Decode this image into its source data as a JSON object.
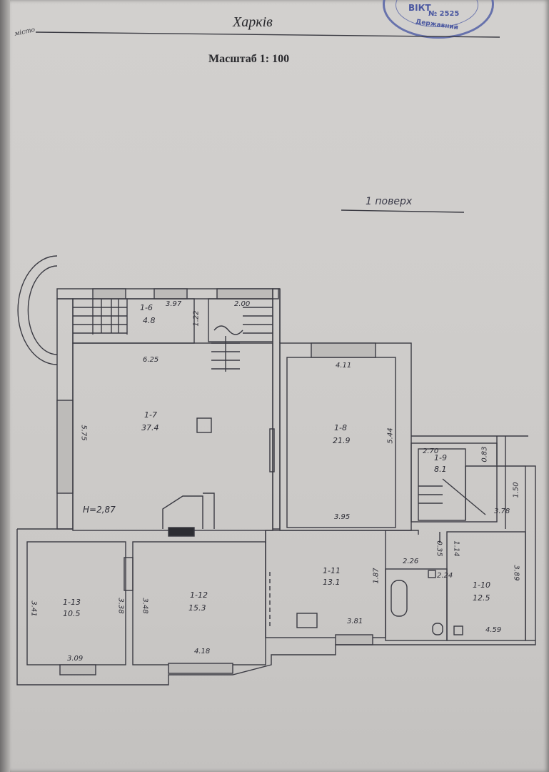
{
  "header": {
    "city_label": "місто",
    "city": "Харків",
    "scale": "Масштаб  1: 100"
  },
  "stamp": {
    "line1": "ВІКТ",
    "line2": "№ 2525",
    "line3": "Державний"
  },
  "plan": {
    "floor_label": "1 поверх",
    "height": "Н=2,87",
    "rooms": [
      {
        "id": "1-6",
        "area": "4.8"
      },
      {
        "id": "1-7",
        "area": "37.4"
      },
      {
        "id": "1-8",
        "area": "21.9"
      },
      {
        "id": "1-9",
        "area": "8.1"
      },
      {
        "id": "1-10",
        "area": "12.5"
      },
      {
        "id": "1-11",
        "area": "13.1"
      },
      {
        "id": "1-12",
        "area": "15.3"
      },
      {
        "id": "1-13",
        "area": "10.5"
      }
    ],
    "dims": {
      "d397": "3.97",
      "d122": "1.22",
      "d200": "2.00",
      "d625": "6.25",
      "d575": "5.75",
      "d411": "4.11",
      "d544": "5.44",
      "d395": "3.95",
      "d270": "2.70",
      "d083": "0.83",
      "d150": "1.50",
      "d378": "3.78",
      "d035": "0.35",
      "d114": "1.14",
      "d226": "2.26",
      "d224": "2.24",
      "d389": "3.89",
      "d459": "4.59",
      "d187": "1.87",
      "d381": "3.81",
      "d341": "3.41",
      "d338": "3.38",
      "d348": "3.48",
      "d309": "3.09",
      "d418": "4.18"
    }
  }
}
